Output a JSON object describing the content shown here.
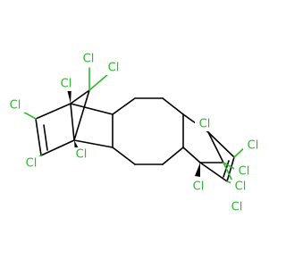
{
  "molecule": {
    "colors": {
      "bond": "#000000",
      "chlorine": "#2eb82e",
      "background": "#ffffff"
    },
    "atoms": [
      {
        "id": "cl1",
        "element": "Cl"
      },
      {
        "id": "cl2",
        "element": "Cl"
      },
      {
        "id": "cl3",
        "element": "Cl"
      },
      {
        "id": "cl4",
        "element": "Cl"
      },
      {
        "id": "cl5",
        "element": "Cl"
      },
      {
        "id": "cl6",
        "element": "Cl"
      },
      {
        "id": "cl7",
        "element": "Cl"
      },
      {
        "id": "cl8",
        "element": "Cl"
      },
      {
        "id": "cl9",
        "element": "Cl"
      },
      {
        "id": "cl10",
        "element": "Cl"
      },
      {
        "id": "cl11",
        "element": "Cl"
      },
      {
        "id": "cl12",
        "element": "Cl"
      }
    ]
  }
}
